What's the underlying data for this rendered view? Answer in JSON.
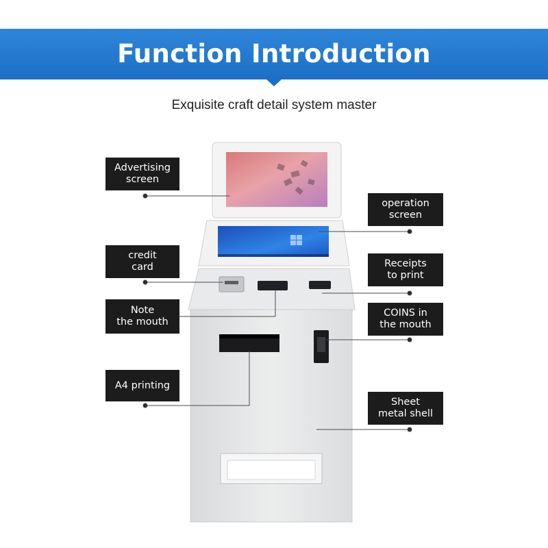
{
  "header": {
    "title": "Function Introduction",
    "subtitle": "Exquisite craft detail system master"
  },
  "labels": {
    "advertising_screen": "Advertising\nscreen",
    "operation_screen": "operation\nscreen",
    "credit_card": "credit\ncard",
    "receipts_to_print": "Receipts\nto print",
    "note_the_mouth": "Note\nthe mouth",
    "coins_in_the_mouth": "COINS in\nthe mouth",
    "a4_printing": "A4 printing",
    "sheet_metal_shell": "Sheet\nmetal shell"
  },
  "colors": {
    "banner": "#1c6fc5",
    "label_bg": "#1c1c1c",
    "label_text": "#ffffff",
    "kiosk_body": "#e6e7e9"
  }
}
